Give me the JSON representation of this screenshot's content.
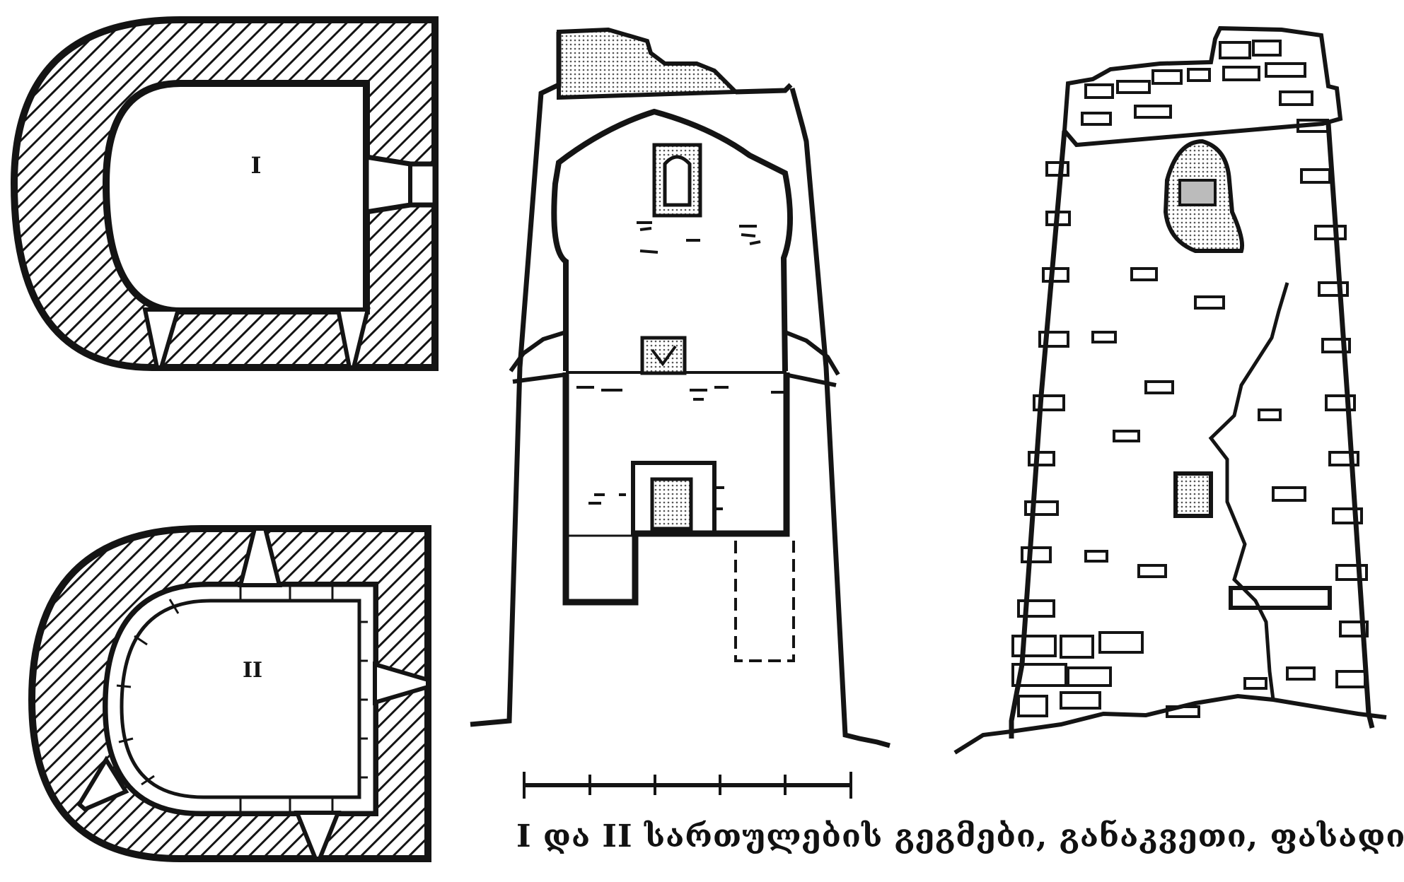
{
  "figure": {
    "plan_upper_label": "I",
    "plan_lower_label": "II",
    "caption": "I და II სართულების გეგმები, განაკვეთი, ფასადი",
    "scale_ticks": 6
  },
  "colors": {
    "ink": "#141414",
    "paper": "#ffffff",
    "shade": "#8a8a8a"
  }
}
